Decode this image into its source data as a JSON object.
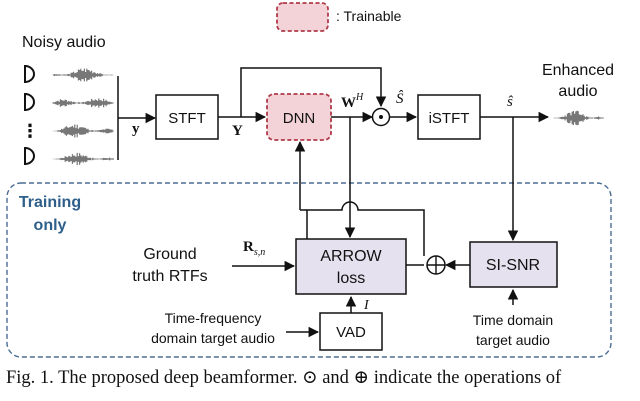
{
  "legend": {
    "label": ": Trainable"
  },
  "labels": {
    "noisy_audio": "Noisy audio",
    "enhanced_audio_line1": "Enhanced",
    "enhanced_audio_line2": "audio",
    "training_line1": "Training",
    "training_line2": "only",
    "ground_truth_line1": "Ground",
    "ground_truth_line2": "truth RTFs",
    "tf_target_line1": "Time-frequency",
    "tf_target_line2": "domain target audio",
    "time_target_line1": "Time domain",
    "time_target_line2": "target audio",
    "mic_dots": "⋮"
  },
  "blocks": {
    "stft": "STFT",
    "dnn": "DNN",
    "istft": "iSTFT",
    "arrow_loss_line1": "ARROW",
    "arrow_loss_line2": "loss",
    "si_snr": "SI-SNR",
    "vad": "VAD"
  },
  "symbols": {
    "y": "y",
    "Y": "Y",
    "W": "W",
    "W_sup": "H",
    "s_hat": "Ŝ",
    "s_hat_lower": "ŝ",
    "R": "R",
    "R_sub": "s,n",
    "I": "I",
    "odot": "⊙",
    "oplus": "⊕"
  },
  "caption": {
    "text": "Fig. 1. The proposed deep beamformer.  ⊙ and  ⊕  indicate the operations of"
  },
  "colors": {
    "dnn_fill": "#f3d3d7",
    "dnn_border": "#b03a4a",
    "block_fill": "#e5e1ef",
    "training_border": "#4a6d93",
    "training_text": "#2e5f8a",
    "waveform": "#777777"
  }
}
